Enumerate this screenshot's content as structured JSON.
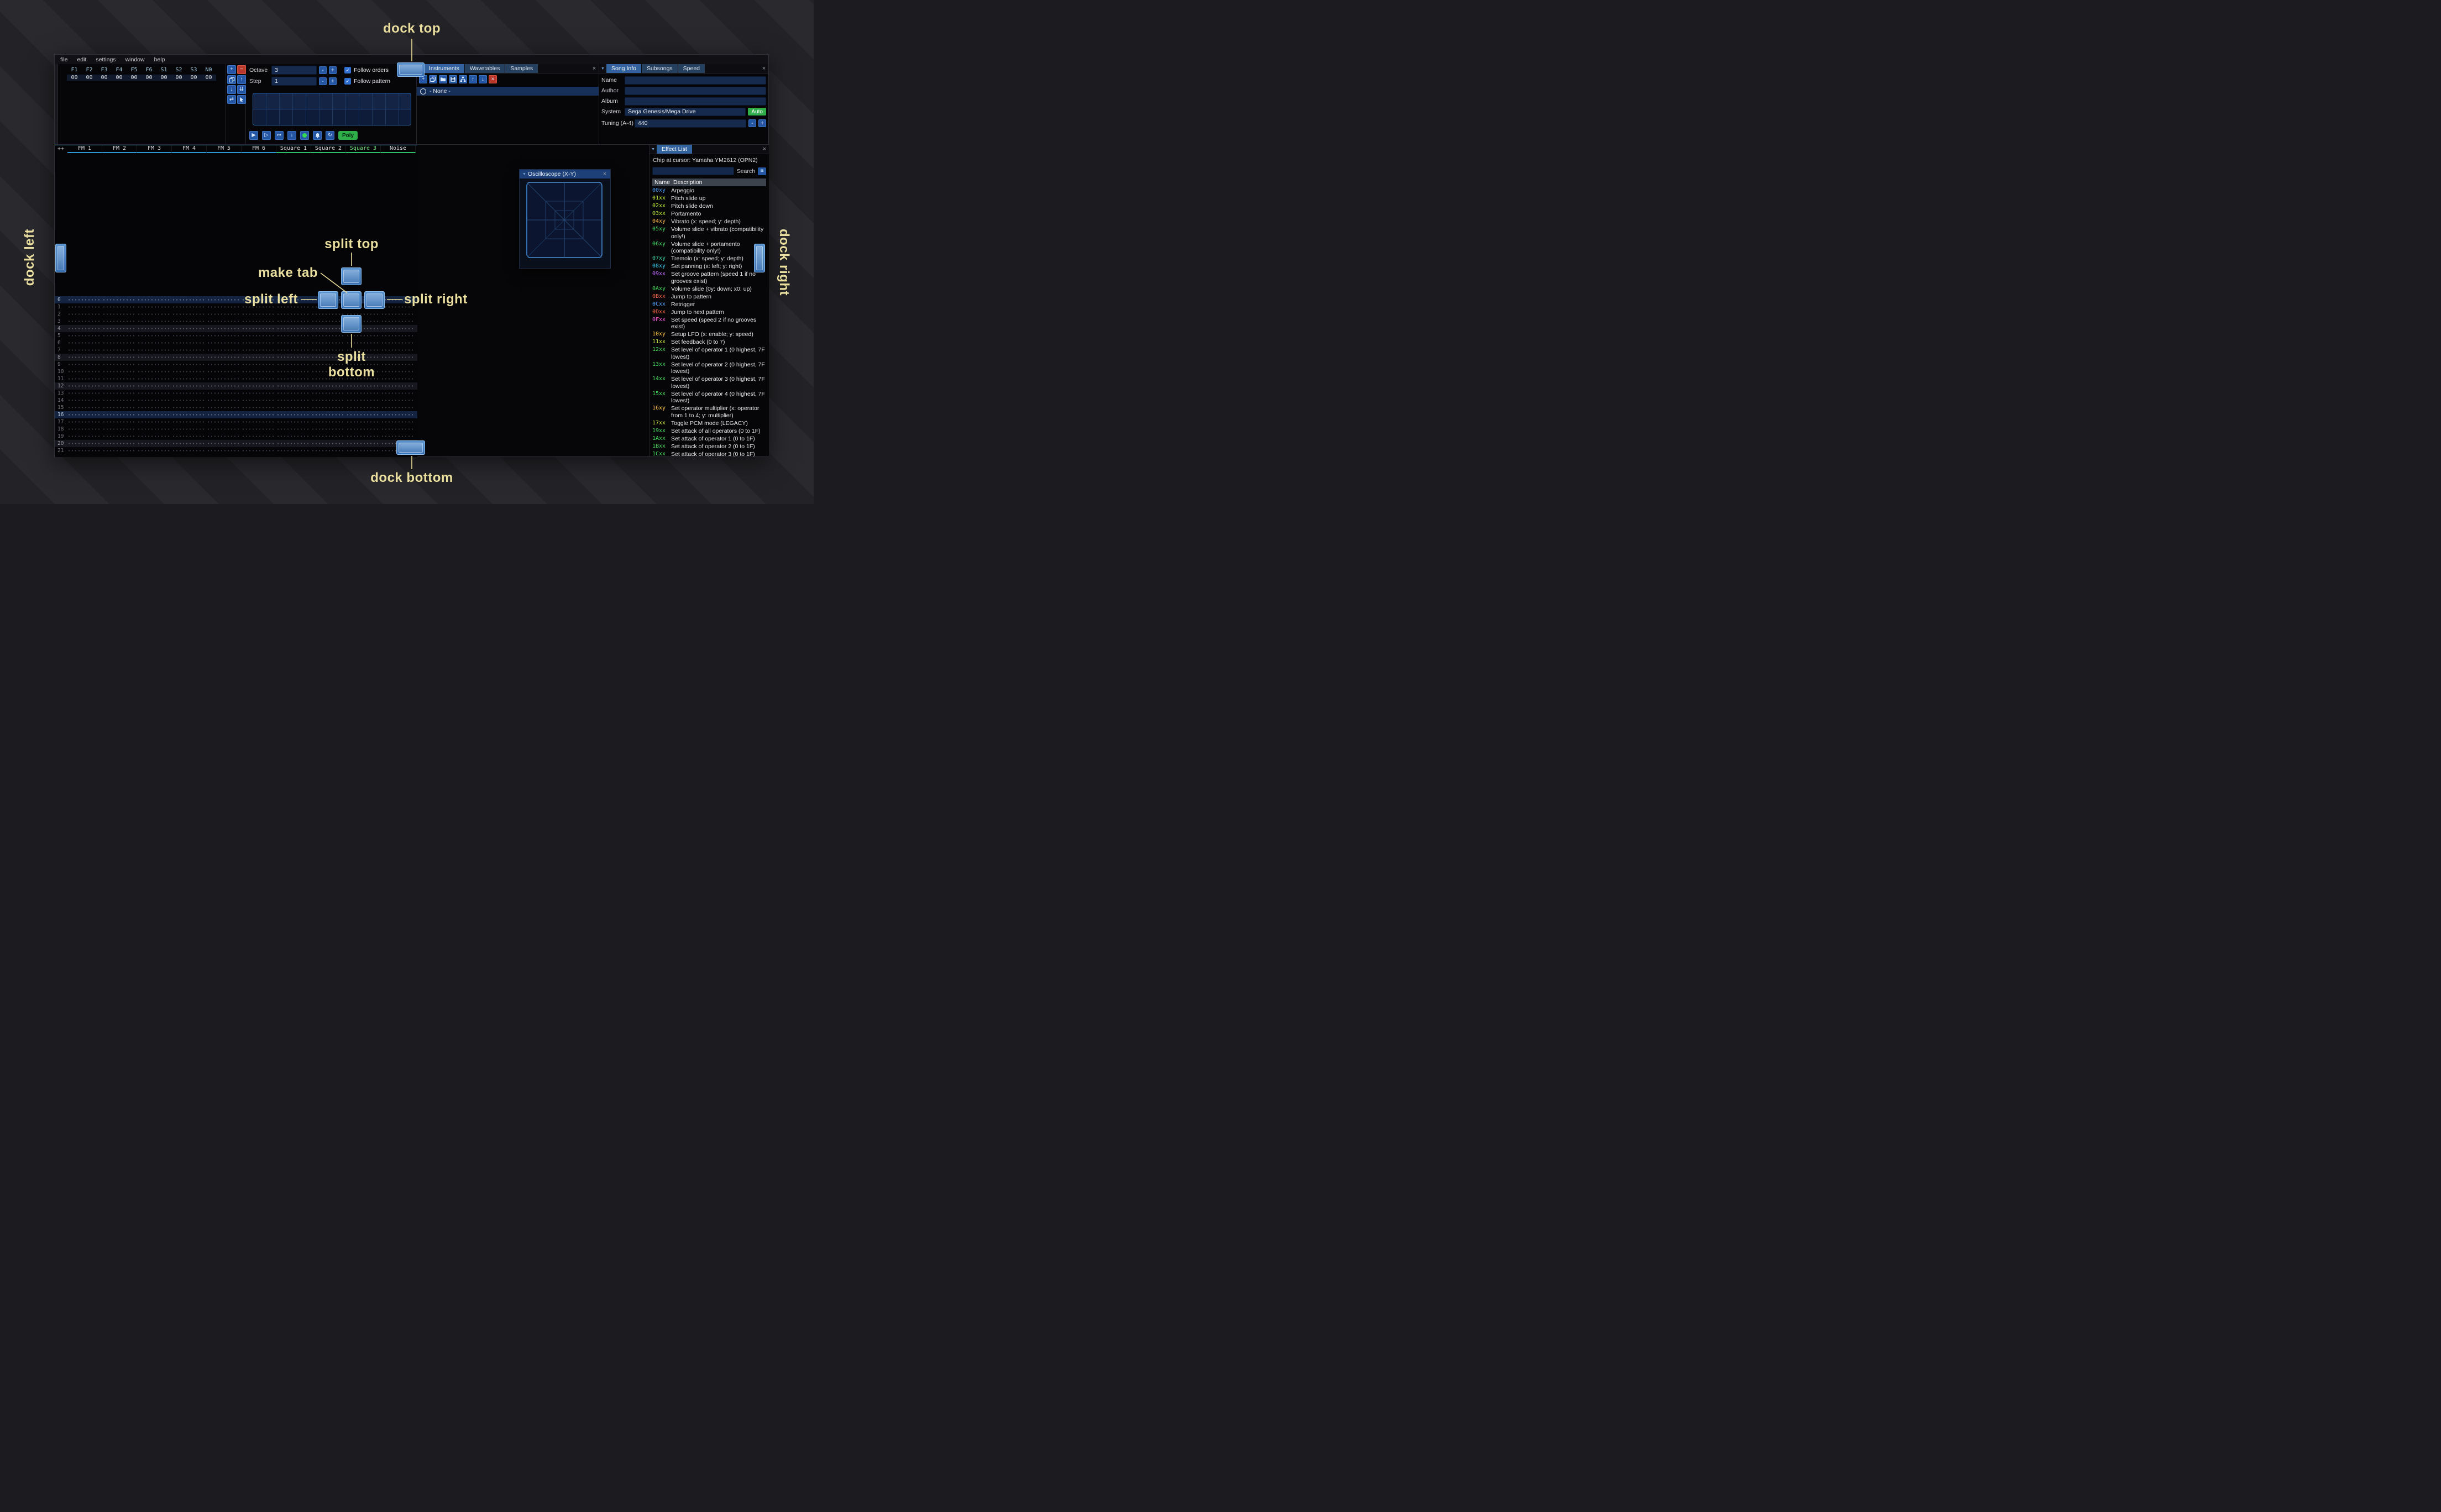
{
  "window": {
    "menu": [
      "file",
      "edit",
      "settings",
      "window",
      "help"
    ]
  },
  "orders": {
    "headers": [
      "F1",
      "F2",
      "F3",
      "F4",
      "F5",
      "F6",
      "S1",
      "S2",
      "S3",
      "N0"
    ],
    "row": [
      "00",
      "00",
      "00",
      "00",
      "00",
      "00",
      "00",
      "00",
      "00",
      "00"
    ],
    "buttons": [
      {
        "name": "order-add-button",
        "glyph": "+"
      },
      {
        "name": "order-remove-button",
        "glyph": "−",
        "variant": "red"
      },
      {
        "name": "order-duplicate-button",
        "icon": "clone"
      },
      {
        "name": "order-move-up-button",
        "glyph": "↑"
      },
      {
        "name": "order-move-down-button",
        "glyph": "↓"
      },
      {
        "name": "order-duplicate-end-button",
        "glyph": "⇊"
      },
      {
        "name": "order-change-mode-button",
        "glyph": "⇄"
      },
      {
        "name": "order-edit-mode-button",
        "icon": "pointer"
      }
    ]
  },
  "transport": {
    "octave_label": "Octave",
    "octave_value": "3",
    "step_label": "Step",
    "step_value": "1",
    "minus": "-",
    "plus": "+",
    "follow_orders": "Follow orders",
    "follow_pattern": "Follow pattern",
    "check_glyph": "✓",
    "buttons": [
      {
        "name": "play-button",
        "glyph": "▶"
      },
      {
        "name": "play-pattern-button",
        "glyph": "▷"
      },
      {
        "name": "play-from-cursor-button",
        "glyph": "↦"
      },
      {
        "name": "step-one-row-button",
        "glyph": "↓"
      },
      {
        "name": "edit-toggle-button",
        "variant": "green-dot"
      },
      {
        "name": "metronome-button",
        "icon": "bell"
      },
      {
        "name": "repeat-pattern-button",
        "glyph": "↻"
      }
    ],
    "poly_label": "Poly"
  },
  "instruments": {
    "collapse_icon": "▼",
    "close_icon": "×",
    "tabs": [
      {
        "label": "Instruments",
        "active": true
      },
      {
        "label": "Wavetables",
        "active": false
      },
      {
        "label": "Samples",
        "active": false
      }
    ],
    "toolbar": [
      {
        "name": "add-instrument-button",
        "glyph": "+"
      },
      {
        "name": "duplicate-instrument-button",
        "icon": "clone"
      },
      {
        "name": "open-instrument-button",
        "icon": "folder-open"
      },
      {
        "name": "save-instrument-button",
        "icon": "floppy"
      },
      {
        "name": "instrument-folders-button",
        "icon": "sitemap"
      },
      {
        "name": "move-instrument-up-button",
        "glyph": "↑"
      },
      {
        "name": "move-instrument-down-button",
        "glyph": "↓"
      },
      {
        "name": "delete-instrument-button",
        "glyph": "×",
        "variant": "red"
      }
    ],
    "list": [
      {
        "label": "- None -",
        "selected": true
      }
    ]
  },
  "song_info": {
    "collapse_icon": "▼",
    "close_icon": "×",
    "tabs": [
      {
        "label": "Song Info",
        "active": true
      },
      {
        "label": "Subsongs",
        "active": false
      },
      {
        "label": "Speed",
        "active": false
      }
    ],
    "fields": [
      {
        "label": "Name",
        "value": ""
      },
      {
        "label": "Author",
        "value": ""
      },
      {
        "label": "Album",
        "value": ""
      }
    ],
    "system": {
      "label": "System",
      "value": "Sega Genesis/Mega Drive",
      "auto_label": "Auto"
    },
    "tuning": {
      "label": "Tuning (A-4)",
      "value": "440",
      "minus": "-",
      "plus": "+"
    }
  },
  "pattern": {
    "corner": "++",
    "row_count": 22,
    "hl_major": [
      0,
      16
    ],
    "hl_minor": [
      4,
      8,
      12,
      20
    ],
    "channels": [
      {
        "name": "FM 1",
        "line": "#2f96d4",
        "text": "#d8dade"
      },
      {
        "name": "FM 2",
        "line": "#2f96d4",
        "text": "#d8dade"
      },
      {
        "name": "FM 3",
        "line": "#2f96d4",
        "text": "#d8dade"
      },
      {
        "name": "FM 4",
        "line": "#2f96d4",
        "text": "#d8dade"
      },
      {
        "name": "FM 5",
        "line": "#2f96d4",
        "text": "#d8dade"
      },
      {
        "name": "FM 6",
        "line": "#2f96d4",
        "text": "#d8dade"
      },
      {
        "name": "Square 1",
        "line": "#2fbf6a",
        "text": "#d8dade"
      },
      {
        "name": "Square 2",
        "line": "#2fbf6a",
        "text": "#d8dade"
      },
      {
        "name": "Square 3",
        "line": "#2fbf6a",
        "text": "#6fe07f"
      },
      {
        "name": "Noise",
        "line": "#2fbf6a",
        "text": "#d8dade"
      }
    ]
  },
  "oscilloscope": {
    "collapse_icon": "▼",
    "title": "Oscilloscope (X-Y)",
    "close_icon": "×"
  },
  "effect_list": {
    "collapse_icon": "▼",
    "title": "Effect List",
    "close_icon": "×",
    "chip_line": "Chip at cursor: Yamaha YM2612 (OPN2)",
    "search_label": "Search",
    "menu_icon": "≡",
    "columns": {
      "name": "Name",
      "description": "Description"
    },
    "effects": [
      {
        "code": "00xy",
        "color": "#4aa3ff",
        "desc": "Arpeggio"
      },
      {
        "code": "01xx",
        "color": "#c0ef3a",
        "desc": "Pitch slide up"
      },
      {
        "code": "02xx",
        "color": "#c0ef3a",
        "desc": "Pitch slide down"
      },
      {
        "code": "03xx",
        "color": "#c0ef3a",
        "desc": "Portamento"
      },
      {
        "code": "04xy",
        "color": "#ffb84a",
        "desc": "Vibrato (x: speed; y: depth)"
      },
      {
        "code": "05xy",
        "color": "#45d865",
        "desc": "Volume slide + vibrato (compatibility only!)"
      },
      {
        "code": "06xy",
        "color": "#45d865",
        "desc": "Volume slide + portamento (compatibility only!)"
      },
      {
        "code": "07xy",
        "color": "#3cd9a9",
        "desc": "Tremolo (x: speed; y: depth)"
      },
      {
        "code": "08xy",
        "color": "#3cc8e8",
        "desc": "Set panning (x: left; y: right)"
      },
      {
        "code": "09xx",
        "color": "#c06aff",
        "desc": "Set groove pattern (speed 1 if no grooves exist)"
      },
      {
        "code": "0Axy",
        "color": "#45e05a",
        "desc": "Volume slide (0y: down; x0: up)"
      },
      {
        "code": "0Bxx",
        "color": "#ff6a4a",
        "desc": "Jump to pattern"
      },
      {
        "code": "0Cxx",
        "color": "#54a8ff",
        "desc": "Retrigger"
      },
      {
        "code": "0Dxx",
        "color": "#ff6a4a",
        "desc": "Jump to next pattern"
      },
      {
        "code": "0Fxx",
        "color": "#ff5fe0",
        "desc": "Set speed (speed 2 if no grooves exist)"
      },
      {
        "code": "10xy",
        "color": "#ffc84a",
        "desc": "Setup LFO (x: enable; y: speed)"
      },
      {
        "code": "11xx",
        "color": "#c9e645",
        "desc": "Set feedback (0 to 7)"
      },
      {
        "code": "12xx",
        "color": "#4ae05f",
        "desc": "Set level of operator 1 (0 highest, 7F lowest)"
      },
      {
        "code": "13xx",
        "color": "#4ae05f",
        "desc": "Set level of operator 2 (0 highest, 7F lowest)"
      },
      {
        "code": "14xx",
        "color": "#4ae05f",
        "desc": "Set level of operator 3 (0 highest, 7F lowest)"
      },
      {
        "code": "15xx",
        "color": "#4ae05f",
        "desc": "Set level of operator 4 (0 highest, 7F lowest)"
      },
      {
        "code": "16xy",
        "color": "#ffc84a",
        "desc": "Set operator multiplier (x: operator from 1 to 4; y: multiplier)"
      },
      {
        "code": "17xx",
        "color": "#c9e645",
        "desc": "Toggle PCM mode (LEGACY)"
      },
      {
        "code": "19xx",
        "color": "#4ae05f",
        "desc": "Set attack of all operators (0 to 1F)"
      },
      {
        "code": "1Axx",
        "color": "#4ae05f",
        "desc": "Set attack of operator 1 (0 to 1F)"
      },
      {
        "code": "1Bxx",
        "color": "#4ae05f",
        "desc": "Set attack of operator 2 (0 to 1F)"
      },
      {
        "code": "1Cxx",
        "color": "#4ae05f",
        "desc": "Set attack of operator 3 (0 to 1F)"
      }
    ]
  },
  "annotations": {
    "color": "#eadf9e",
    "dock_top": "dock top",
    "dock_bottom": "dock bottom",
    "dock_left": "dock left",
    "dock_right": "dock right",
    "split_top": "split top",
    "split_bottom": "split bottom",
    "split_left": "split left",
    "split_right": "split right",
    "make_tab": "make tab"
  },
  "colors": {
    "dock_button_blue": "#3a6fb0",
    "accent_blue": "#2456a4",
    "auto_green": "#2fae4a",
    "delete_red": "#b8382b"
  }
}
